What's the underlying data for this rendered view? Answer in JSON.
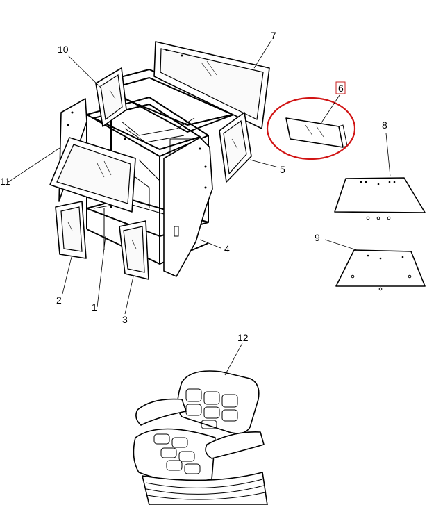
{
  "callouts": {
    "c1": "1",
    "c2": "2",
    "c3": "3",
    "c4": "4",
    "c5": "5",
    "c6": "6",
    "c7": "7",
    "c8": "8",
    "c9": "9",
    "c10": "10",
    "c11": "11",
    "c12": "12"
  },
  "highlighted_part": "6",
  "colors": {
    "line": "#000000",
    "highlight": "#d11414",
    "background": "#ffffff"
  }
}
